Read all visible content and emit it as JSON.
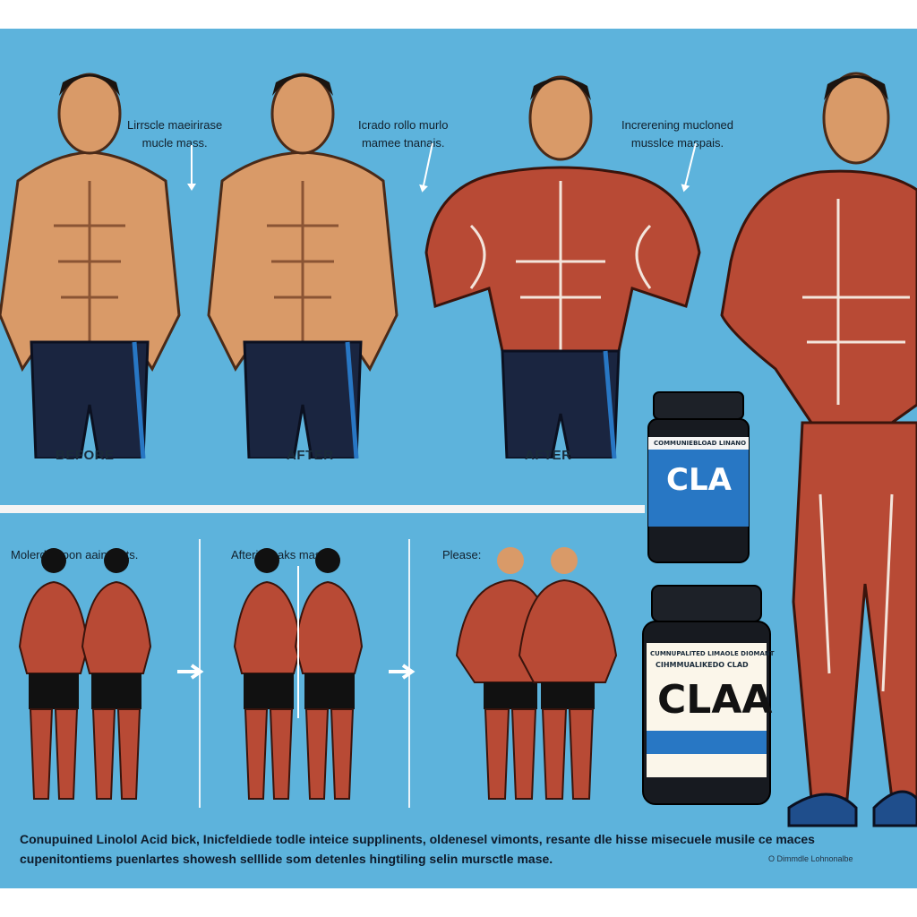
{
  "top_callouts": [
    {
      "line1": "Lirrscle maeirirase",
      "line2": "mucle mass."
    },
    {
      "line1": "Icrado rollo murlo",
      "line2": "mamee tnanais."
    },
    {
      "line1": "Increrening mucloned",
      "line2": "musslce maspais."
    }
  ],
  "stage_labels": [
    "BEFORE",
    "AFTER",
    "AFTER"
  ],
  "row_labels": [
    "Molerdomoon aainencts.",
    "Afterie maks masie",
    "Please:"
  ],
  "jar_small": {
    "top_text": "COMMUNIEBLOAD LINANO",
    "brand": "CLA"
  },
  "jar_large": {
    "top_text": "CUMNUPALITED LIMAOLE DIOMANT",
    "sub_text": "CIHMMUALIKEDO CLAD",
    "brand": "CLAA"
  },
  "caption": {
    "line1": "Conupuined Linolol Acid bick, Inicfeldiede todle inteice supplinents, oldenesel vimonts, resante dle hisse misecuele musile ce maces",
    "line2": "cupenitontiems puenlartes showesh selllide som detenles hingtiling selin mursctle mase."
  },
  "credit": "O Dimmdle Lohnonalbe",
  "colors": {
    "background": "#5db3dc",
    "muscle": "#b84a35",
    "skin": "#d99a68",
    "shorts": "#1a2540",
    "accent": "#2877c4"
  }
}
